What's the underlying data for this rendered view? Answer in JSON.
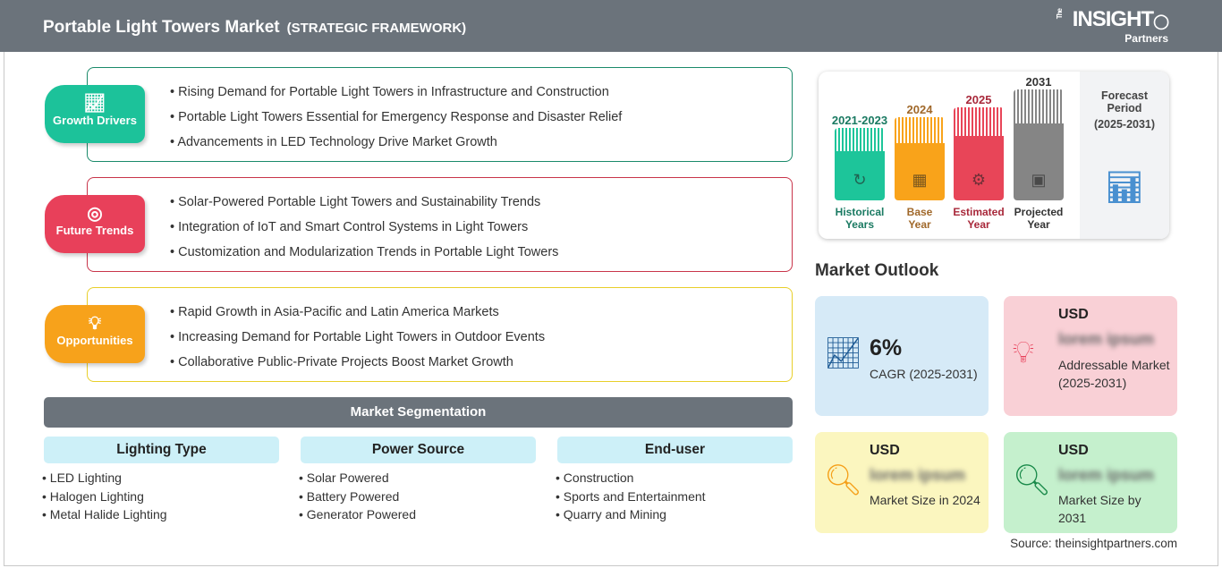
{
  "header": {
    "title": "Portable Light Towers Market",
    "subtitle": "(STRATEGIC FRAMEWORK)",
    "logo": {
      "the": "The",
      "brand": "INSIGHT",
      "partners": "Partners"
    }
  },
  "sections": [
    {
      "label": "Growth Drivers",
      "color": "#1cc29a",
      "border": "#1a8a6a",
      "icon": "growth-chart-icon",
      "items": [
        "Rising Demand for Portable Light Towers in Infrastructure and Construction",
        "Portable Light Towers Essential for Emergency Response and Disaster Relief",
        "Advancements in LED Technology Drive Market Growth"
      ]
    },
    {
      "label": "Future Trends",
      "color": "#e8405a",
      "border": "#c8344a",
      "icon": "target-icon",
      "items": [
        "Solar-Powered Portable Light Towers and Sustainability Trends",
        "Integration of IoT and Smart Control Systems in Light Towers",
        "Customization and Modularization Trends in Portable Light Towers"
      ]
    },
    {
      "label": "Opportunities",
      "color": "#f7a21b",
      "border": "#e8cf2a",
      "icon": "lightbulb-hand-icon",
      "items": [
        "Rapid Growth in Asia-Pacific and Latin America Markets",
        "Increasing Demand for Portable Light Towers in Outdoor Events",
        "Collaborative Public-Private Projects Boost Market Growth"
      ]
    }
  ],
  "segmentation": {
    "title": "Market Segmentation",
    "columns": [
      {
        "header": "Lighting Type",
        "items": [
          "LED Lighting",
          "Halogen Lighting",
          "Metal Halide Lighting"
        ]
      },
      {
        "header": "Power Source",
        "items": [
          "Solar Powered",
          "Battery Powered",
          "Generator Powered"
        ]
      },
      {
        "header": "End-user",
        "items": [
          "Construction",
          "Sports and Entertainment",
          "Quarry and Mining"
        ]
      }
    ]
  },
  "timeline": {
    "bars": [
      {
        "year": "2021-2023",
        "label1": "Historical",
        "label2": "Years",
        "color": "#1dc59a",
        "text": "#1a7a62",
        "icon": "history-icon"
      },
      {
        "year": "2024",
        "label1": "Base",
        "label2": "Year",
        "color": "#f9a31a",
        "text": "#a0682a",
        "icon": "calendar-icon"
      },
      {
        "year": "2025",
        "label1": "Estimated",
        "label2": "Year",
        "color": "#e84558",
        "text": "#a8283a",
        "icon": "settings-chart-icon"
      },
      {
        "year": "2031",
        "label1": "Projected",
        "label2": "Year",
        "color": "#858585",
        "text": "#333333",
        "icon": "presentation-icon"
      }
    ],
    "forecast": {
      "line1": "Forecast",
      "line2": "Period",
      "line3": "(2025-2031)"
    }
  },
  "outlook": {
    "title": "Market Outlook",
    "cards": [
      {
        "value": "6%",
        "label": "CAGR (2025-2031)",
        "bg": "#d6eaf7",
        "icon": "growth-chart-icon"
      },
      {
        "currency": "USD",
        "value": "lorem ipsum",
        "label": "Addressable Market (2025-2031)",
        "bg": "#f9d0d6",
        "icon": "dollar-bulb-icon"
      },
      {
        "currency": "USD",
        "value": "lorem ipsum",
        "label": "Market Size in 2024",
        "bg": "#fbf6bf",
        "icon": "market-size-icon"
      },
      {
        "currency": "USD",
        "value": "lorem ipsum",
        "label": "Market Size by 2031",
        "bg": "#c5f0cd",
        "icon": "market-size-icon"
      }
    ]
  },
  "source": "Source: theinsightpartners.com"
}
